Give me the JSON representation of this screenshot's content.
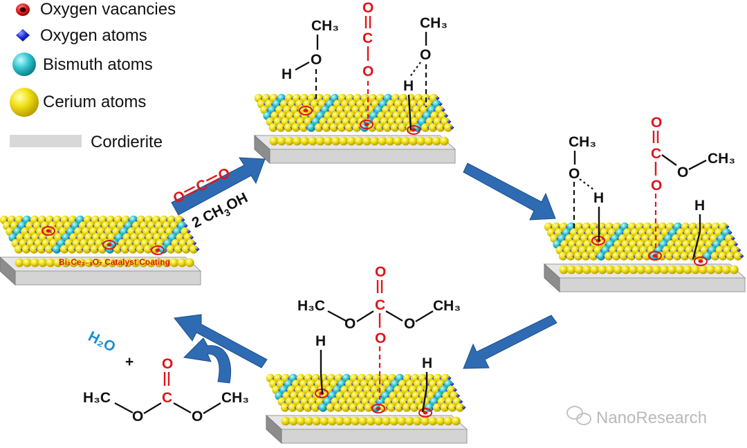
{
  "legend": [
    {
      "label": "Oxygen vacancies",
      "icon": "oxygen-vacancy-icon"
    },
    {
      "label": "Oxygen atoms",
      "icon": "oxygen-atom-icon"
    },
    {
      "label": "Bismuth atoms",
      "icon": "bismuth-atom-icon"
    },
    {
      "label": "Cerium atoms",
      "icon": "cerium-atom-icon"
    },
    {
      "label": "Cordierite",
      "icon": "cordierite-swatch"
    }
  ],
  "colors": {
    "cerium": "#f2e21a",
    "bismuth": "#33c6cf",
    "oxygen": "#1b2bd6",
    "vacancy": "#e0141b",
    "cordierite": "#d8d8d8",
    "arrow": "#2e6bb3",
    "h2o": "#1a8fd3"
  },
  "reactants": {
    "co2": {
      "o_left": "O",
      "c": "C",
      "o_right": "O"
    },
    "methanol": {
      "prefix": "2 CH",
      "sub": "3",
      "suffix": "OH"
    }
  },
  "catalyst_label": "Bi₂Ce₂₋ₓO₇ Catalyst Coating",
  "top_panel": {
    "ch3_left": "CH₃",
    "o_left": "O",
    "h_left": "H",
    "co2_o_top": "O",
    "co2_c": "C",
    "co2_o_bottom": "O",
    "ch3_right": "CH₃",
    "o_right": "O",
    "h_right": "H"
  },
  "right_panel": {
    "ch3_left": "CH₃",
    "o_left": "O",
    "h_left": "H",
    "o_top": "O",
    "c": "C",
    "o_ester": "O",
    "ch3_ester": "CH₃",
    "o_bottom": "O",
    "h_right": "H"
  },
  "bottom_panel": {
    "h3c": "H₃C",
    "o_left": "O",
    "o_top": "O",
    "c": "C",
    "o_right": "O",
    "ch3": "CH₃",
    "o_bottom": "O",
    "h_left": "H",
    "h_right": "H"
  },
  "products": {
    "h2o": "H₂O",
    "plus": "+",
    "dmc": {
      "h3c": "H₃C",
      "o_left": "O",
      "o_top": "O",
      "c": "C",
      "o_right": "O",
      "ch3": "CH₃"
    }
  },
  "watermark": "NanoResearch"
}
